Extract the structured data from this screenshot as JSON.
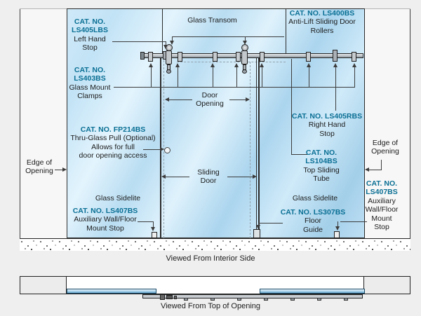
{
  "colors": {
    "accent_teal": "#0a6f94",
    "glass_blue_light": "#d9eefb",
    "glass_blue_dark": "#a6d0ea",
    "outline": "#2a2a2a"
  },
  "main_view": {
    "glass_transom": "Glass Transom",
    "door_opening": [
      "Door",
      "Opening"
    ],
    "sliding_door": [
      "Sliding",
      "Door"
    ],
    "glass_sidelite_left": "Glass Sidelite",
    "glass_sidelite_right": "Glass Sidelite",
    "edge_of_opening_left": [
      "Edge of",
      "Opening"
    ],
    "edge_of_opening_right": [
      "Edge of",
      "Opening"
    ],
    "labels": {
      "left_hand_stop": {
        "cat1": "CAT. NO.",
        "cat2": "LS405LBS",
        "l1": "Left Hand",
        "l2": "Stop"
      },
      "glass_mount_clamps": {
        "cat1": "CAT. NO.",
        "cat2": "LS403BS",
        "l1": "Glass Mount",
        "l2": "Clamps"
      },
      "thru_glass_pull": {
        "cat": "CAT. NO. FP214BS",
        "l1": "Thru-Glass Pull (Optional)",
        "l2": "Allows for full",
        "l3": "door opening access"
      },
      "aux_stop_left": {
        "cat": "CAT. NO. LS407BS",
        "l1": "Auxiliary Wall/Floor",
        "l2": "Mount Stop"
      },
      "anti_lift_rollers": {
        "cat": "CAT. NO. LS400BS",
        "l1": "Anti-Lift Sliding Door",
        "l2": "Rollers"
      },
      "right_hand_stop": {
        "cat": "CAT. NO. LS405RBS",
        "l1": "Right Hand",
        "l2": "Stop"
      },
      "top_sliding_tube": {
        "cat1": "CAT. NO.",
        "cat2": "LS104BS",
        "l1": "Top Sliding",
        "l2": "Tube"
      },
      "floor_guide": {
        "cat": "CAT. NO. LS307BS",
        "l1": "Floor",
        "l2": "Guide"
      },
      "aux_stop_right": {
        "cat1": "CAT. NO.",
        "cat2": "LS407BS",
        "l1": "Auxiliary",
        "l2": "Wall/Floor",
        "l3": "Mount",
        "l4": "Stop"
      }
    }
  },
  "captions": {
    "interior": "Viewed From Interior Side",
    "top": "Viewed From Top of Opening"
  }
}
